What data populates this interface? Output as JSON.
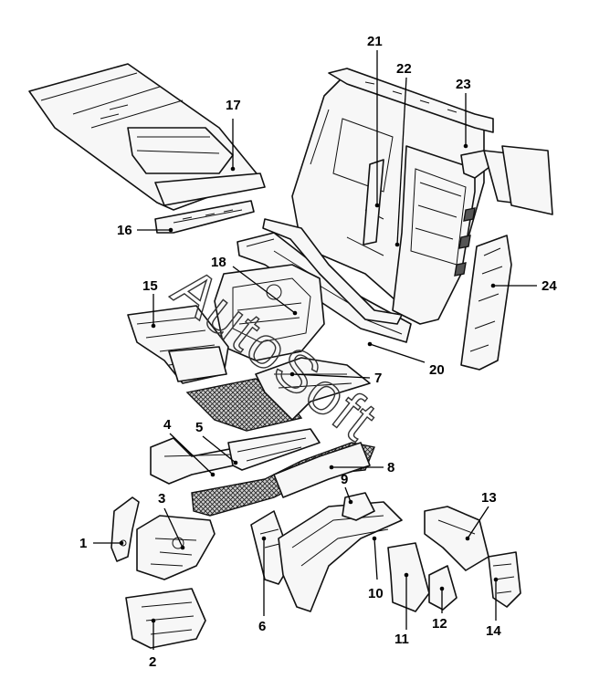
{
  "diagram": {
    "watermark": "AutoSoft",
    "callouts": [
      {
        "id": 1,
        "label": "1"
      },
      {
        "id": 2,
        "label": "2"
      },
      {
        "id": 3,
        "label": "3"
      },
      {
        "id": 4,
        "label": "4"
      },
      {
        "id": 5,
        "label": "5"
      },
      {
        "id": 6,
        "label": "6"
      },
      {
        "id": 7,
        "label": "7"
      },
      {
        "id": 8,
        "label": "8"
      },
      {
        "id": 9,
        "label": "9"
      },
      {
        "id": 10,
        "label": "10"
      },
      {
        "id": 11,
        "label": "11"
      },
      {
        "id": 12,
        "label": "12"
      },
      {
        "id": 13,
        "label": "13"
      },
      {
        "id": 14,
        "label": "14"
      },
      {
        "id": 15,
        "label": "15"
      },
      {
        "id": 16,
        "label": "16"
      },
      {
        "id": 17,
        "label": "17"
      },
      {
        "id": 18,
        "label": "18"
      },
      {
        "id": 20,
        "label": "20"
      },
      {
        "id": 21,
        "label": "21"
      },
      {
        "id": 22,
        "label": "22"
      },
      {
        "id": 23,
        "label": "23"
      },
      {
        "id": 24,
        "label": "24"
      }
    ],
    "parts": [
      "roof-panel",
      "roof-rail",
      "rear-floor-panel",
      "cab-floor",
      "side-panel-frame",
      "side-bulkhead",
      "window-glass",
      "rear-pillar",
      "floor-crossmember",
      "floor-center-panel",
      "rear-wheel-arch",
      "wheel-arch-extension",
      "splash-guard",
      "rear-corner-panel",
      "small-bracket-pieces",
      "step-panel"
    ]
  }
}
